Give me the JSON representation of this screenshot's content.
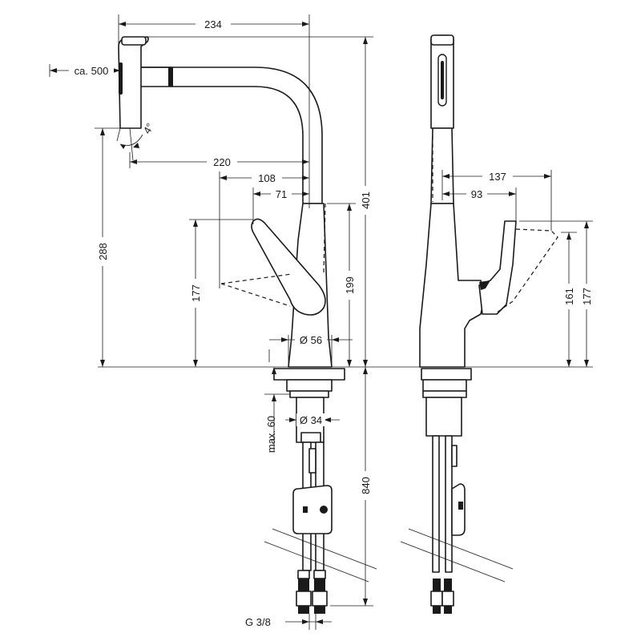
{
  "dimensions": {
    "d234": "234",
    "ca500": "ca. 500",
    "angle4": "4°",
    "d220": "220",
    "d108": "108",
    "d71": "71",
    "d401": "401",
    "d288": "288",
    "d177_left": "177",
    "d199": "199",
    "dia56": "Ø 56",
    "max60": "max. 60",
    "dia34": "Ø 34",
    "d840": "840",
    "g38": "G 3/8",
    "d137": "137",
    "d93": "93",
    "d161": "161",
    "d177_right": "177"
  }
}
